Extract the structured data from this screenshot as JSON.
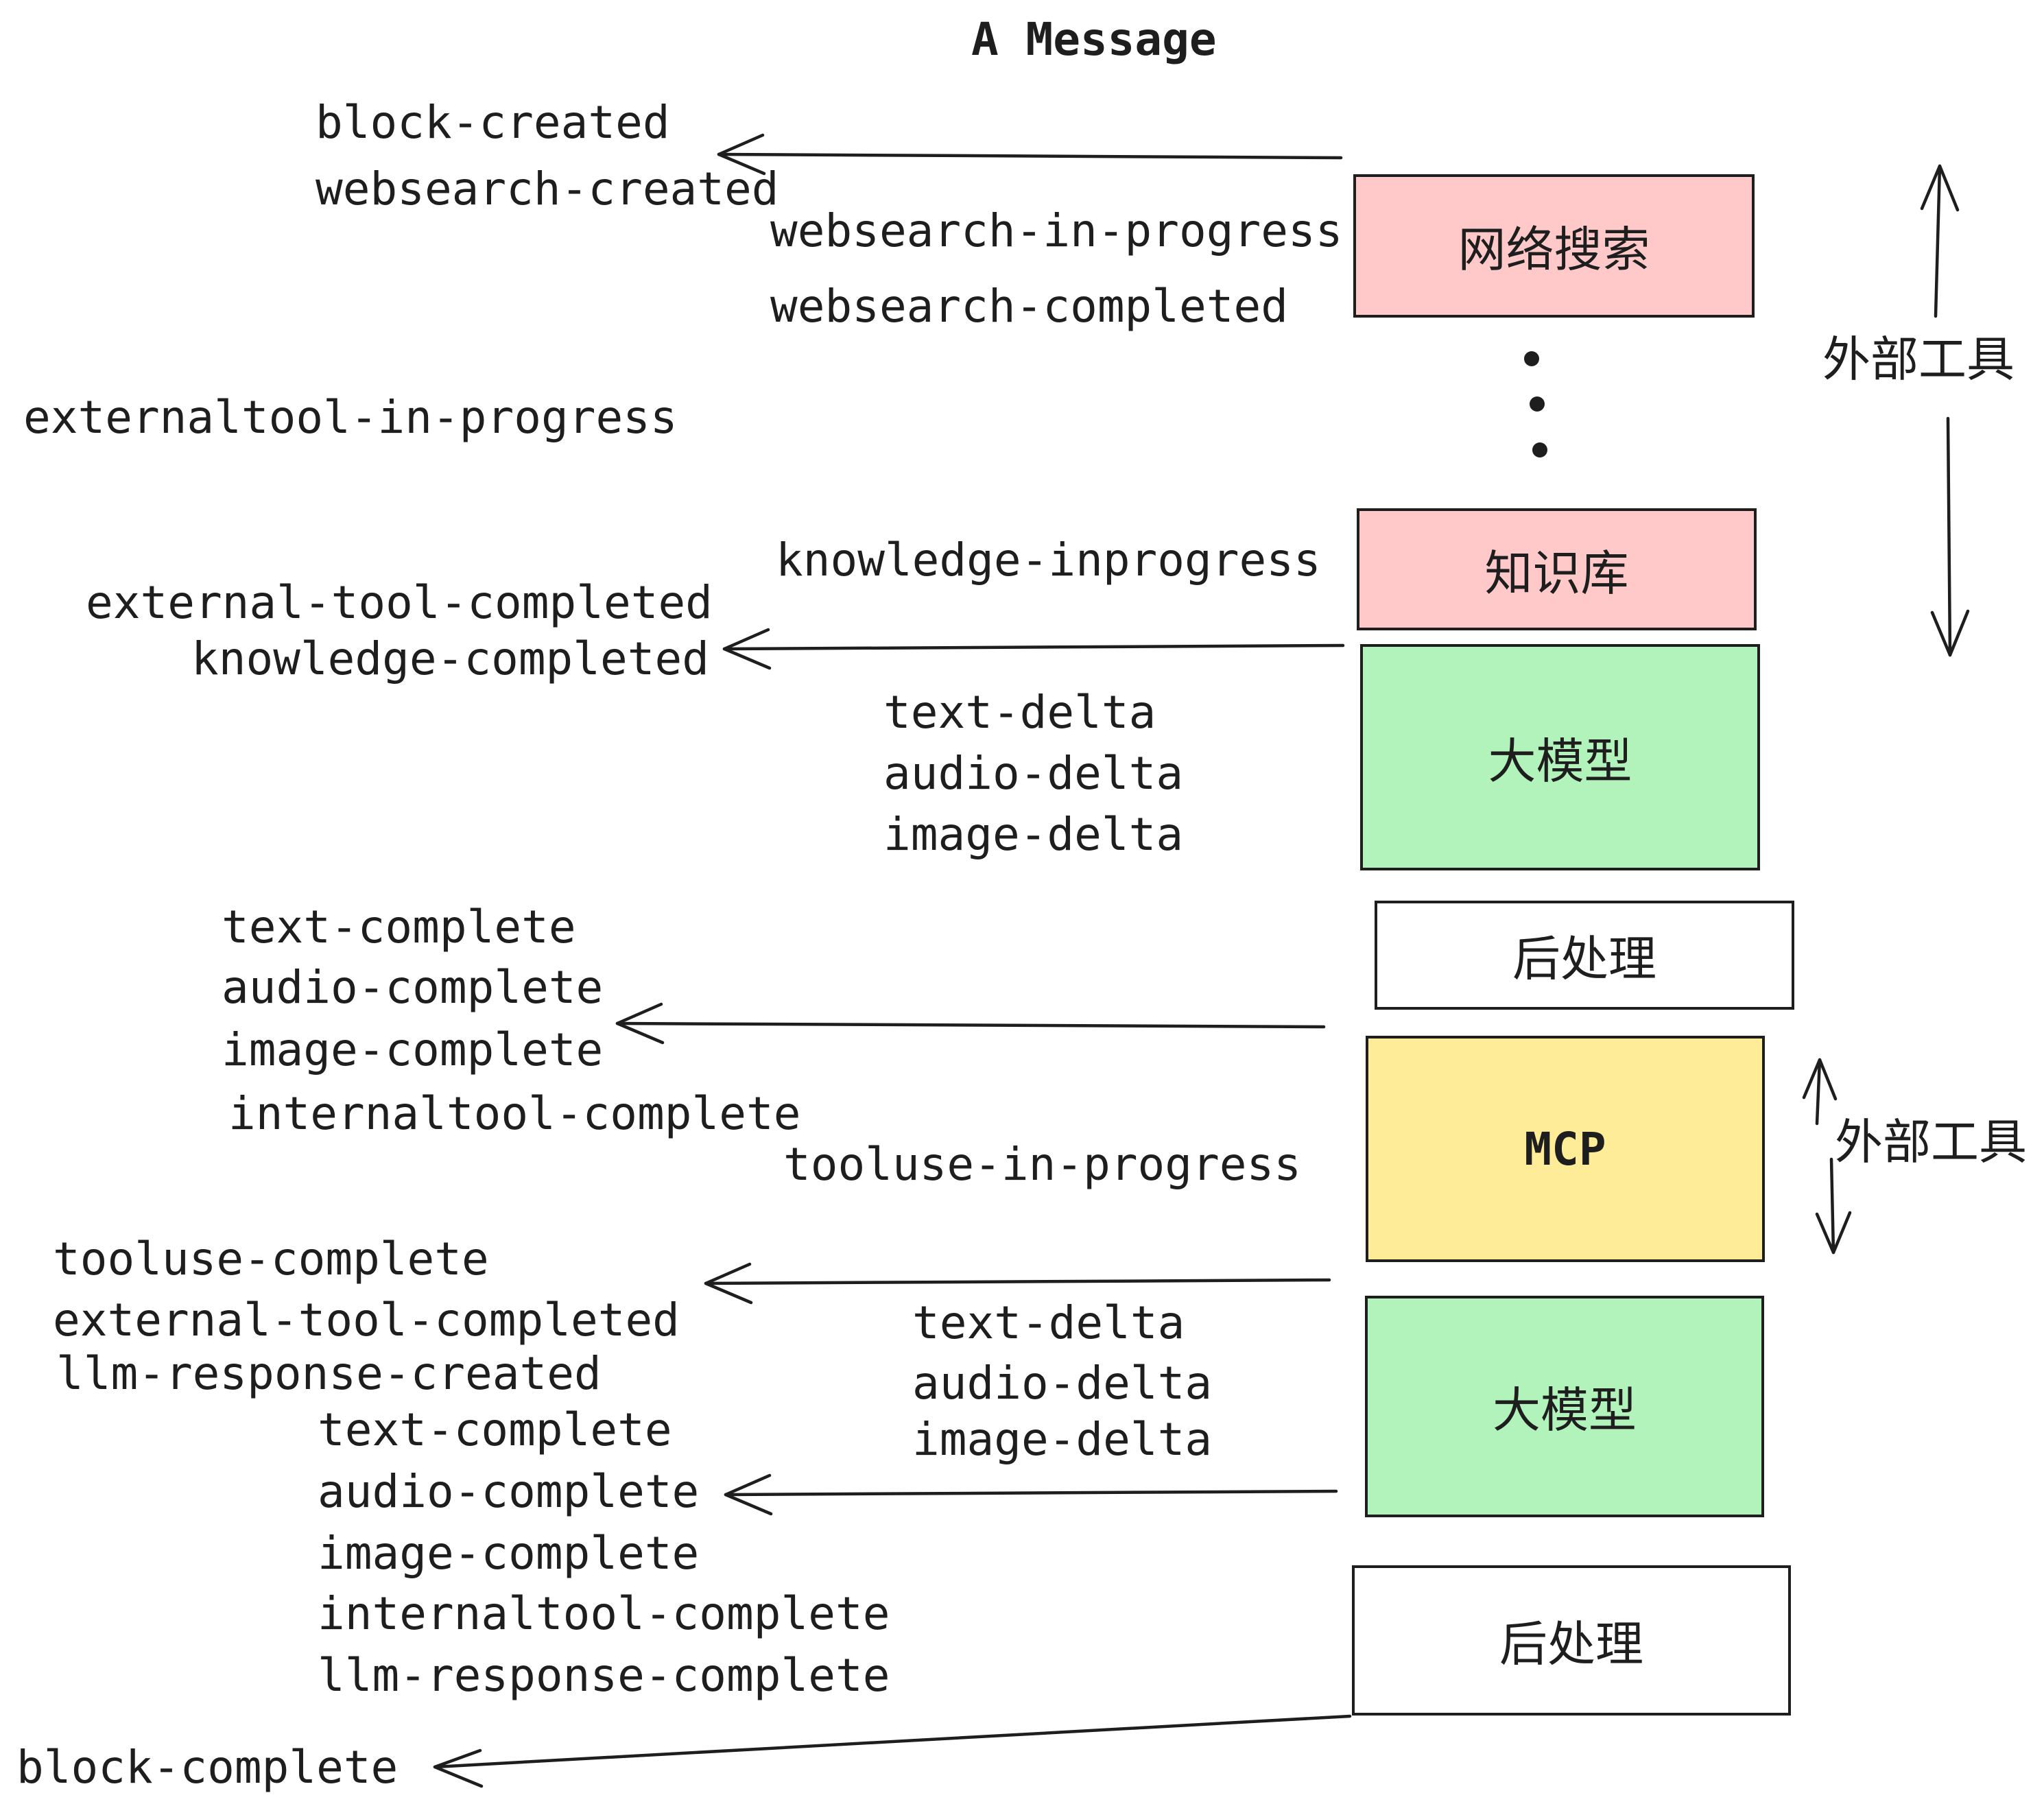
{
  "title": "A Message",
  "palette": {
    "ink": "#1e1e1e",
    "pink": "#ffc9c9",
    "green": "#b2f2bb",
    "yellow": "#ffec99",
    "white": "#ffffff"
  },
  "nodes": [
    {
      "id": "websearch",
      "label": "网络搜索",
      "color": "#ffc9c9"
    },
    {
      "id": "knowledge",
      "label": "知识库",
      "color": "#ffc9c9"
    },
    {
      "id": "llm-1",
      "label": "大模型",
      "color": "#b2f2bb"
    },
    {
      "id": "post-1",
      "label": "后处理",
      "color": "#ffffff"
    },
    {
      "id": "mcp",
      "label": "MCP",
      "color": "#ffec99"
    },
    {
      "id": "llm-2",
      "label": "大模型",
      "color": "#b2f2bb"
    },
    {
      "id": "post-2",
      "label": "后处理",
      "color": "#ffffff"
    }
  ],
  "side_labels": [
    {
      "text": "外部工具"
    },
    {
      "text": "外部工具"
    }
  ],
  "events": [
    {
      "text": "block-created"
    },
    {
      "text": "websearch-created"
    },
    {
      "text": "websearch-in-progress"
    },
    {
      "text": "websearch-completed"
    },
    {
      "text": "externaltool-in-progress"
    },
    {
      "text": "knowledge-inprogress"
    },
    {
      "text": "external-tool-completed"
    },
    {
      "text": "knowledge-completed"
    },
    {
      "text": "text-delta"
    },
    {
      "text": "audio-delta"
    },
    {
      "text": "image-delta"
    },
    {
      "text": "text-complete"
    },
    {
      "text": "audio-complete"
    },
    {
      "text": "image-complete"
    },
    {
      "text": "internaltool-complete"
    },
    {
      "text": "tooluse-in-progress"
    },
    {
      "text": "tooluse-complete"
    },
    {
      "text": "external-tool-completed"
    },
    {
      "text": "llm-response-created"
    },
    {
      "text": "text-delta"
    },
    {
      "text": "audio-delta"
    },
    {
      "text": "image-delta"
    },
    {
      "text": "text-complete"
    },
    {
      "text": "audio-complete"
    },
    {
      "text": "image-complete"
    },
    {
      "text": "internaltool-complete"
    },
    {
      "text": "llm-response-complete"
    },
    {
      "text": "block-complete"
    }
  ],
  "icons": {
    "ellipsis": "vertical-ellipsis-dots",
    "arrows": "left-pointing-event-arrows"
  }
}
